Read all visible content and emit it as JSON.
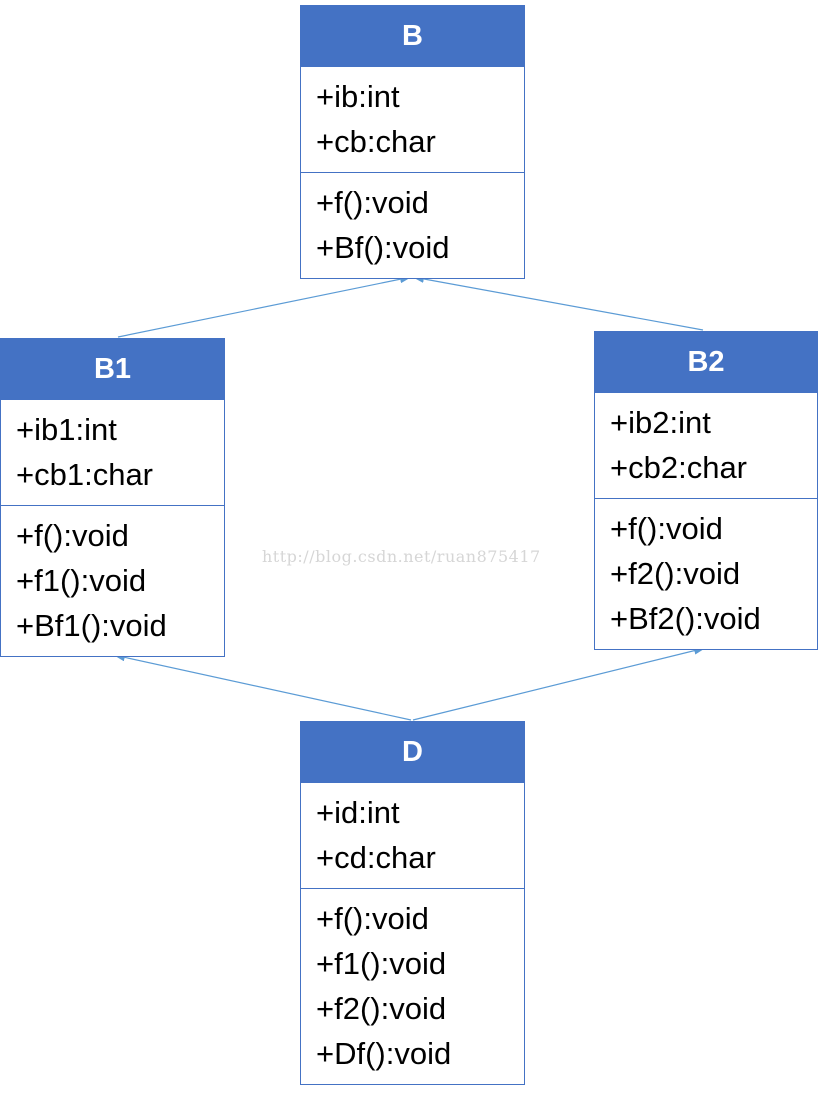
{
  "classes": {
    "B": {
      "name": "B",
      "attributes": [
        "+ib:int",
        "+cb:char"
      ],
      "methods": [
        "+f():void",
        "+Bf():void"
      ]
    },
    "B1": {
      "name": "B1",
      "attributes": [
        "+ib1:int",
        "+cb1:char"
      ],
      "methods": [
        "+f():void",
        "+f1():void",
        "+Bf1():void"
      ]
    },
    "B2": {
      "name": "B2",
      "attributes": [
        "+ib2:int",
        "+cb2:char"
      ],
      "methods": [
        "+f():void",
        "+f2():void",
        "+Bf2():void"
      ]
    },
    "D": {
      "name": "D",
      "attributes": [
        "+id:int",
        "+cd:char"
      ],
      "methods": [
        "+f():void",
        "+f1():void",
        "+f2():void",
        "+Df():void"
      ]
    }
  },
  "inheritance": [
    {
      "from": "B1",
      "to": "B"
    },
    {
      "from": "B2",
      "to": "B"
    },
    {
      "from": "D",
      "to": "B1"
    },
    {
      "from": "D",
      "to": "B2"
    }
  ],
  "watermark": "http://blog.csdn.net/ruan875417",
  "colors": {
    "header": "#4472c4",
    "border": "#4472c4",
    "arrow": "#5b9bd5",
    "header_text": "#ffffff"
  }
}
